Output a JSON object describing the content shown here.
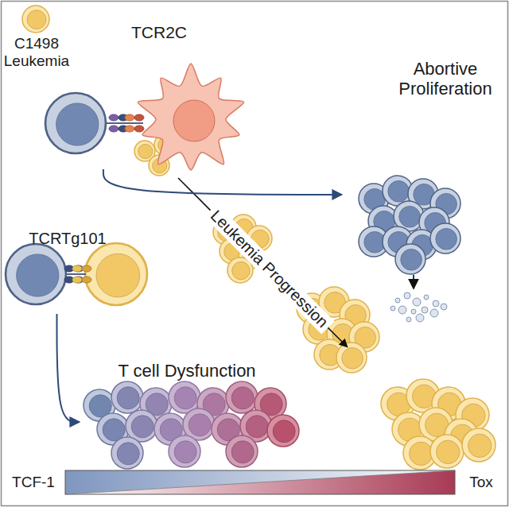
{
  "diagram": {
    "nodes": [
      {
        "text": [
          "TCR2C"
        ]
      },
      {
        "text": [
          "Abortive Proliferation"
        ]
      },
      {
        "text": [
          "TCRTg101"
        ]
      },
      {
        "text": [
          "T cell Dysfunction"
        ]
      }
    ],
    "edges": [
      {
        "from": 0,
        "to": 1,
        "arrow": "to"
      },
      {
        "from": 2,
        "to": 3,
        "arrow": "to"
      }
    ],
    "labels": [
      "C1498 Leukemia",
      "Leukemia Progression",
      "TCF-1",
      "Tox"
    ]
  }
}
